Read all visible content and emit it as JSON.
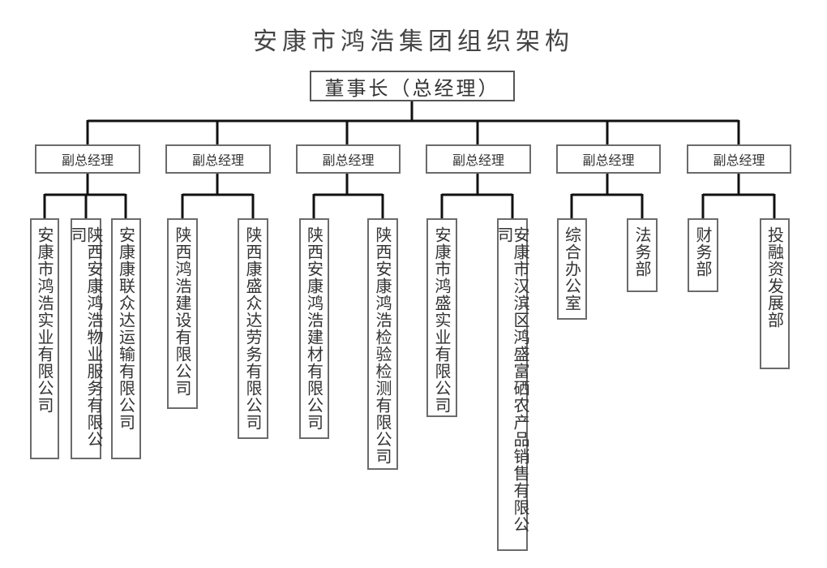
{
  "title": "安康市鸿浩集团组织架构",
  "chairman": "董事长（总经理）",
  "vp_label": "副总经理",
  "groups": [
    {
      "vp": "副总经理",
      "units": [
        "安康市鸿浩实业有限公司",
        "陕西安康鸿浩物业服务有限公司",
        "安康康联众达运输有限公司"
      ]
    },
    {
      "vp": "副总经理",
      "units": [
        "陕西鸿浩建设有限公司",
        "陕西康盛众达劳务有限公司"
      ]
    },
    {
      "vp": "副总经理",
      "units": [
        "陕西安康鸿浩建材有限公司",
        "陕西安康鸿浩检验检测有限公司"
      ]
    },
    {
      "vp": "副总经理",
      "units": [
        "安康市鸿盛实业有限公司",
        "安康市汉滨区鸿盛富硒农产品销售有限公司"
      ]
    },
    {
      "vp": "副总经理",
      "units": [
        "综合办公室",
        "法务部"
      ]
    },
    {
      "vp": "副总经理",
      "units": [
        "财务部",
        "投融资发展部"
      ]
    }
  ]
}
